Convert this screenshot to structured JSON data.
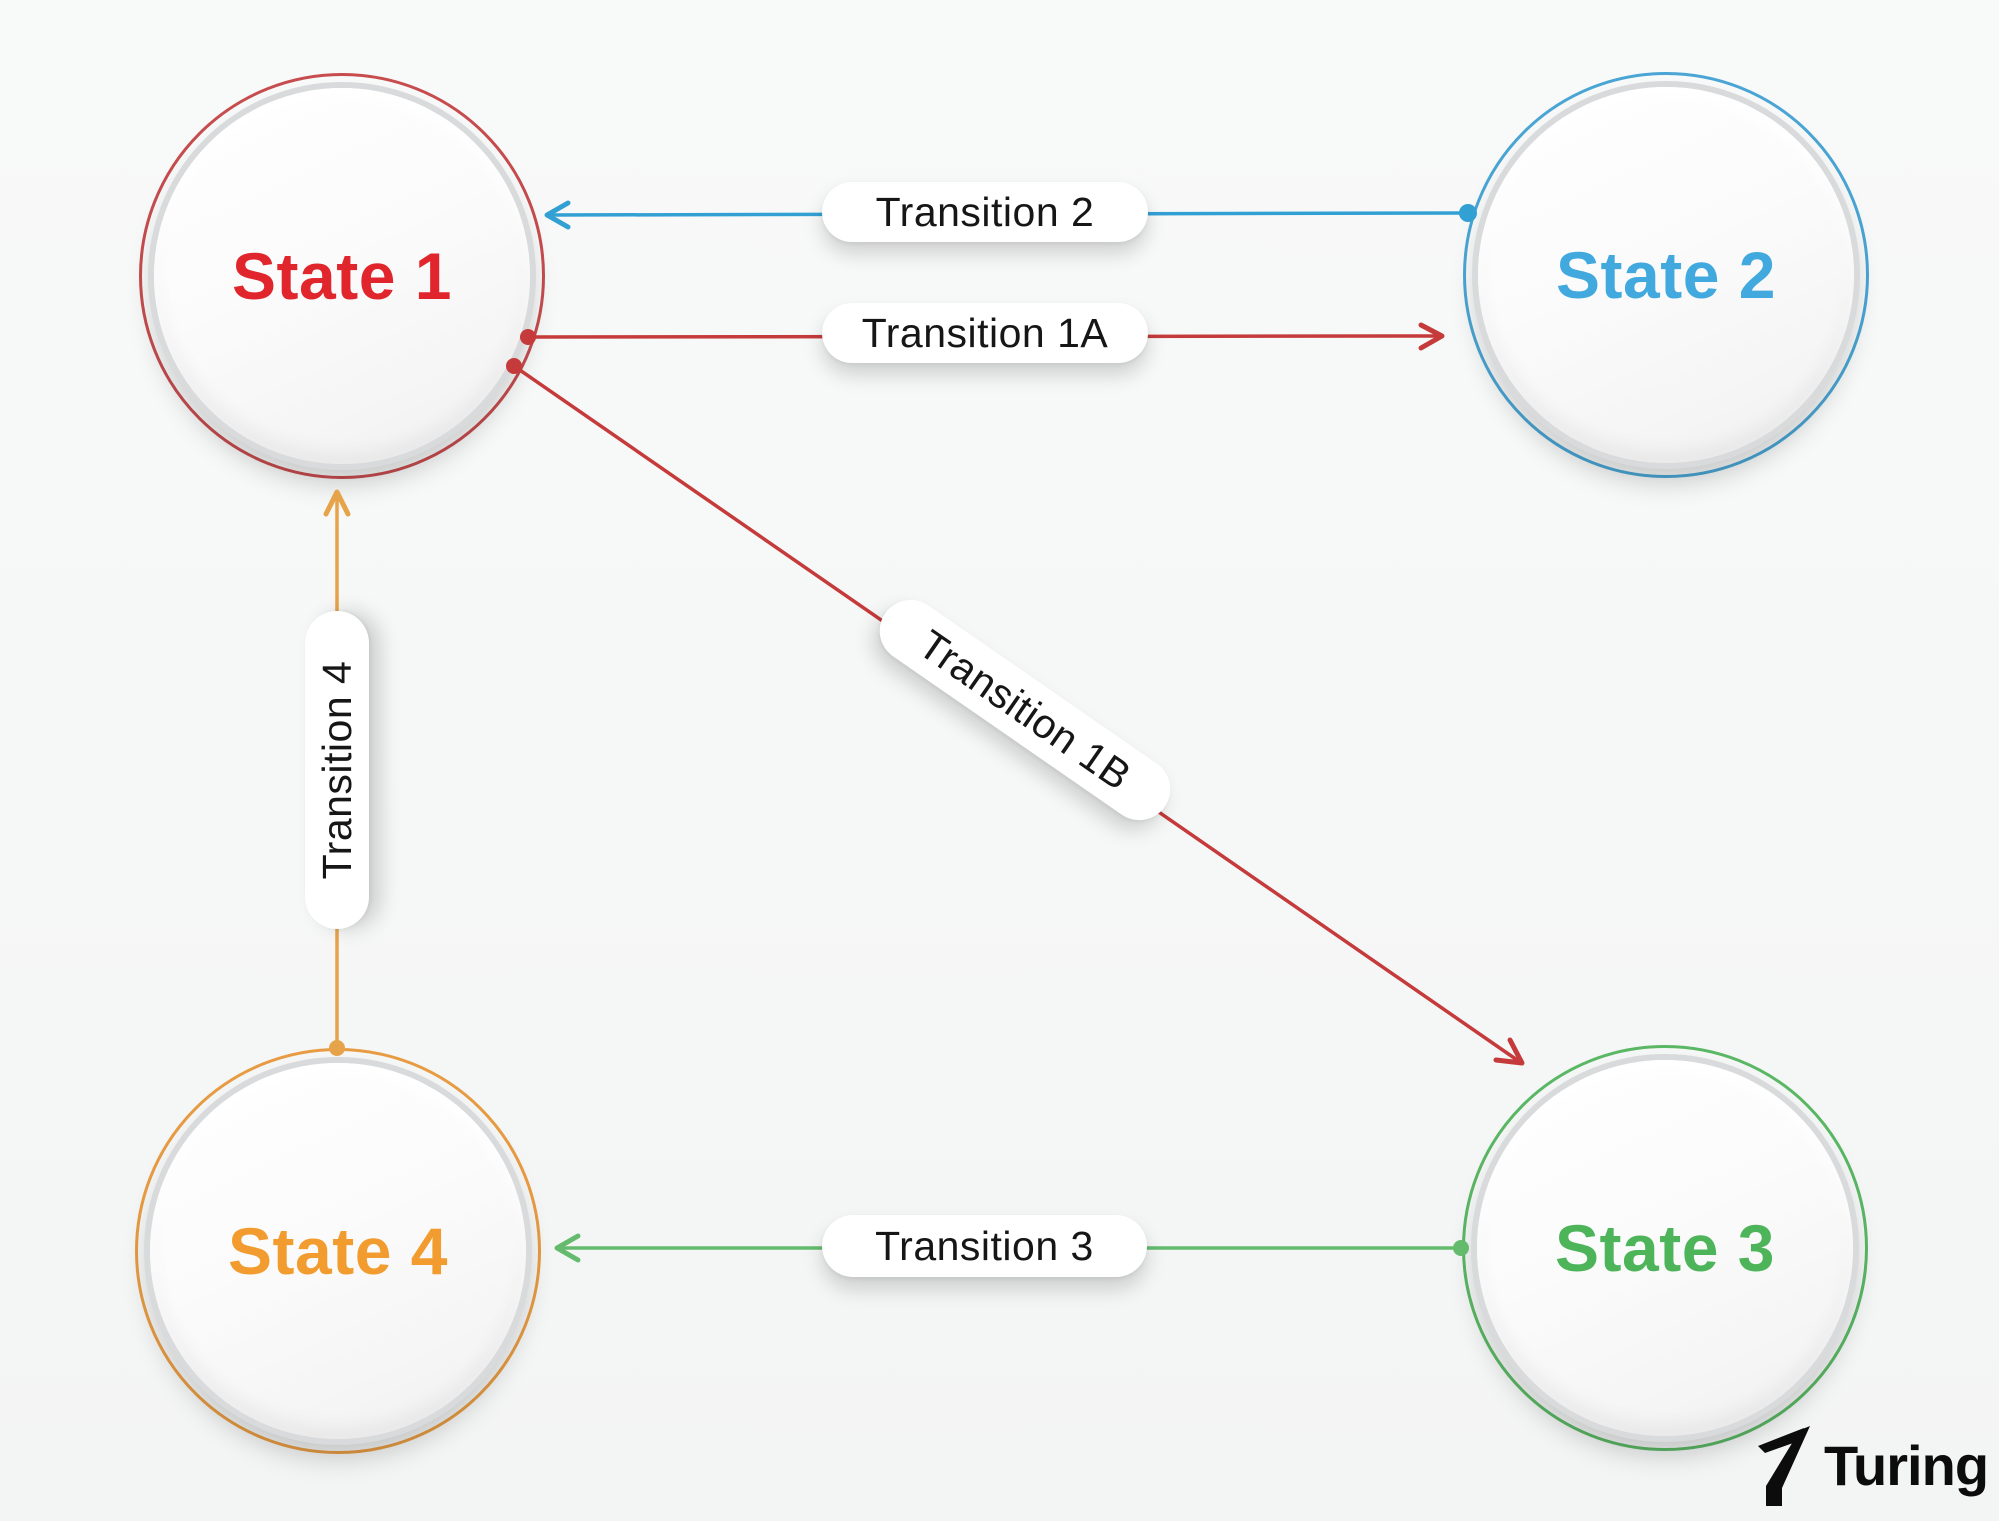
{
  "canvas": {
    "background": "#f6f7f7"
  },
  "colors": {
    "red_text": "#e0262c",
    "red_ring": "#c64c4e",
    "red_line": "#c53a3a",
    "blue_text": "#41a9de",
    "blue_ring": "#4aa5d4",
    "blue_line": "#33a0d4",
    "orange_text": "#f29c30",
    "orange_ring": "#e79b43",
    "orange_line": "#e7a349",
    "green_text": "#4eb45a",
    "green_ring": "#5ab764",
    "green_line": "#64bb6e",
    "pill_bg": "#ffffff",
    "pill_text": "#161616",
    "disc_rim": "#d9dadb",
    "logo": "#0c0c0c"
  },
  "states": [
    {
      "label": "State 1",
      "color": "red"
    },
    {
      "label": "State 2",
      "color": "blue"
    },
    {
      "label": "State 3",
      "color": "green"
    },
    {
      "label": "State 4",
      "color": "orange"
    }
  ],
  "transitions": [
    {
      "label": "Transition 2",
      "from": "State 2",
      "to": "State 1",
      "color": "blue"
    },
    {
      "label": "Transition 1A",
      "from": "State 1",
      "to": "State 2",
      "color": "red"
    },
    {
      "label": "Transition 1B",
      "from": "State 1",
      "to": "State 3",
      "color": "red"
    },
    {
      "label": "Transition 4",
      "from": "State 4",
      "to": "State 1",
      "color": "orange"
    },
    {
      "label": "Transition 3",
      "from": "State 3",
      "to": "State 4",
      "color": "green"
    }
  ],
  "logo": {
    "brand": "Turing"
  }
}
